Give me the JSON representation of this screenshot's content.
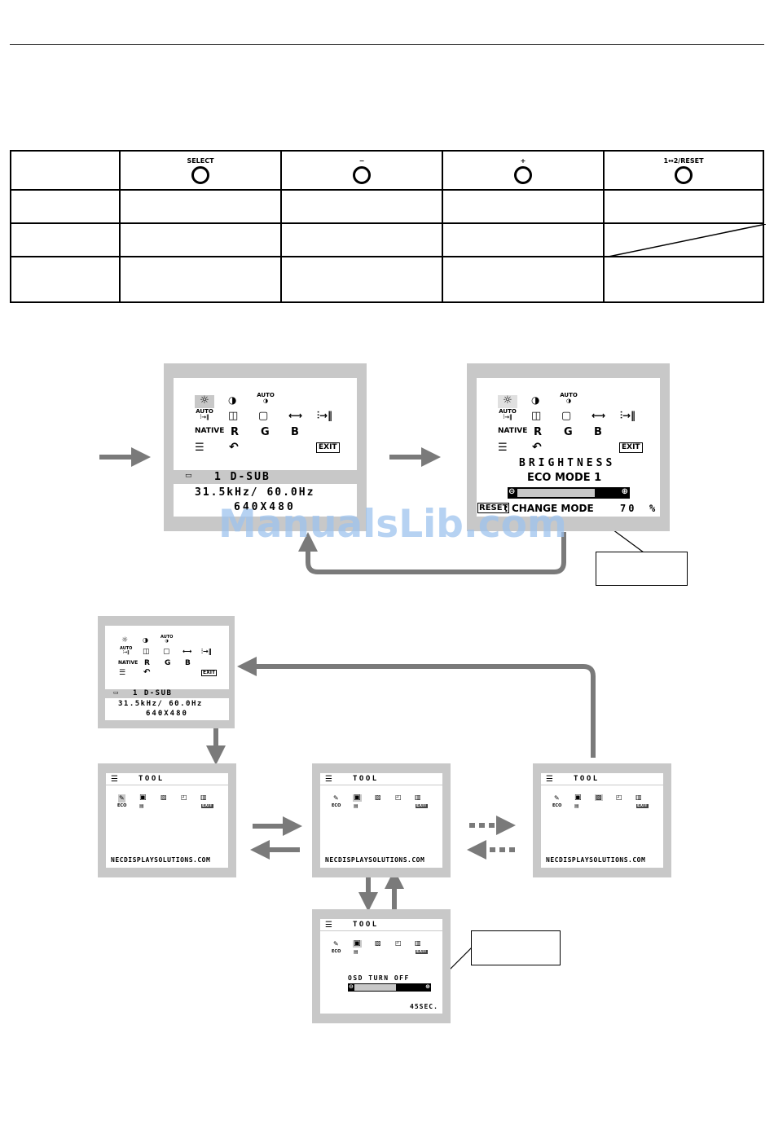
{
  "buttons": {
    "select": "SELECT",
    "minus": "−",
    "plus": "+",
    "reset": "1↔2/RESET"
  },
  "main_menu": {
    "auto": "AUTO",
    "native": "NATIVE",
    "r": "R",
    "g": "G",
    "b": "B",
    "exit": "EXIT",
    "input": "1  D-SUB",
    "freq": "31.5kHz/ 60.0Hz",
    "resolution": "640X480"
  },
  "brightness_menu": {
    "title": "BRIGHTNESS",
    "eco": "ECO MODE 1",
    "reset": "RESET",
    "change_mode": ": CHANGE MODE",
    "value": "70",
    "unit": "%",
    "level": 0.63
  },
  "tool_menu": {
    "title": "TOOL",
    "eco_label": "ECO",
    "url": "NECDISPLAYSOLUTIONS.COM",
    "osd_turn_off": "OSD TURN OFF",
    "osd_time": "45SEC.",
    "osd_level": 0.5
  },
  "watermark": "ManualsLib.com"
}
